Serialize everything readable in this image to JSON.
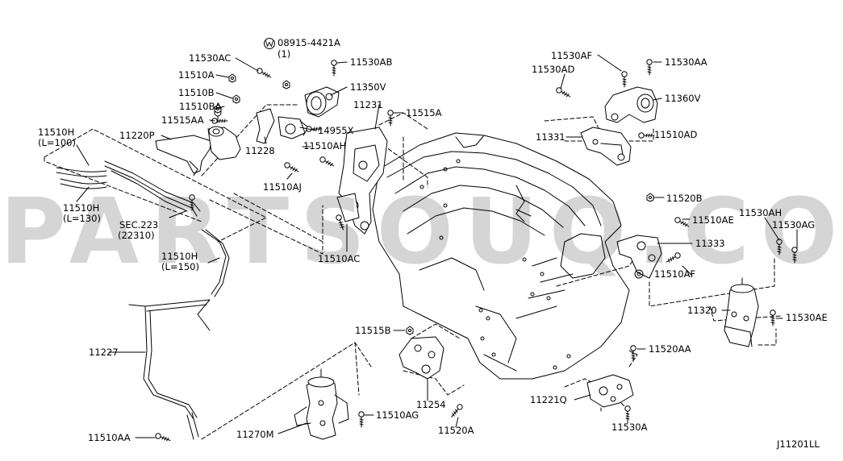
{
  "watermark": "PARTSOUQ.COM",
  "diagram_code": "J11201LL",
  "ref_note": {
    "part": "08915-4421A",
    "qty": "(1)"
  },
  "sec_ref": {
    "line1": "SEC.223",
    "line2": "(22310)"
  },
  "hoses": {
    "h100": {
      "code": "11510H",
      "len": "(L=100)"
    },
    "h130": {
      "code": "11510H",
      "len": "(L=130)"
    },
    "h150": {
      "code": "11510H",
      "len": "(L=150)"
    }
  },
  "labels": {
    "p11530AC": "11530AC",
    "p11530AB": "11530AB",
    "p11510A": "11510A",
    "p11350V": "11350V",
    "p11510B": "11510B",
    "p11510BA": "11510BA",
    "p11231": "11231",
    "p11515A": "11515A",
    "p11515AA": "11515AA",
    "p11220P": "11220P",
    "p14955X": "14955X",
    "p11228": "11228",
    "p11510AH": "11510AH",
    "p11510AJ": "11510AJ",
    "p11510AC": "11510AC",
    "p11530AF": "11530AF",
    "p11530AA": "11530AA",
    "p11530AD": "11530AD",
    "p11360V": "11360V",
    "p11331": "11331",
    "p11510AD": "11510AD",
    "p11520B": "11520B",
    "p11510AE": "11510AE",
    "p11530AH": "11530AH",
    "p11530AG": "11530AG",
    "p11333": "11333",
    "p11510AF": "11510AF",
    "p11320": "11320",
    "p11530AE": "11530AE",
    "p11227": "11227",
    "p11515B": "11515B",
    "p11520AA": "11520AA",
    "p11254": "11254",
    "p11221Q": "11221Q",
    "p11510AG": "11510AG",
    "p11270M": "11270M",
    "p11520A": "11520A",
    "p11530A": "11530A",
    "p11510AA": "11510AA"
  }
}
